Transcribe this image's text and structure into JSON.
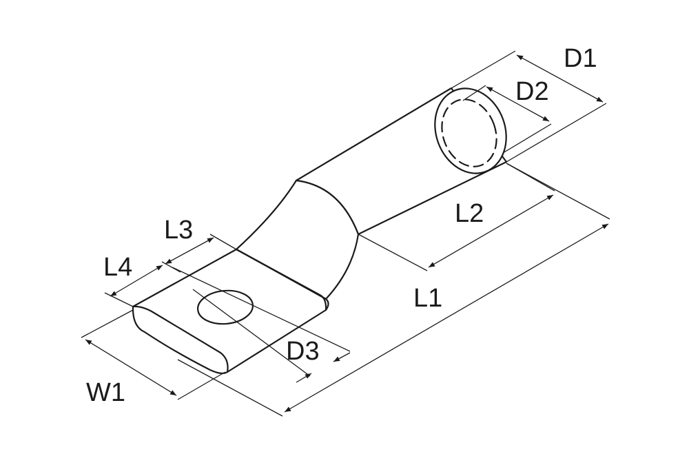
{
  "diagram": {
    "labels": {
      "d1": "D1",
      "d2": "D2",
      "d3": "D3",
      "l1": "L1",
      "l2": "L2",
      "l3": "L3",
      "l4": "L4",
      "w1": "W1"
    },
    "stroke_color": "#1a1a1a",
    "fill_color": "#ffffff"
  }
}
